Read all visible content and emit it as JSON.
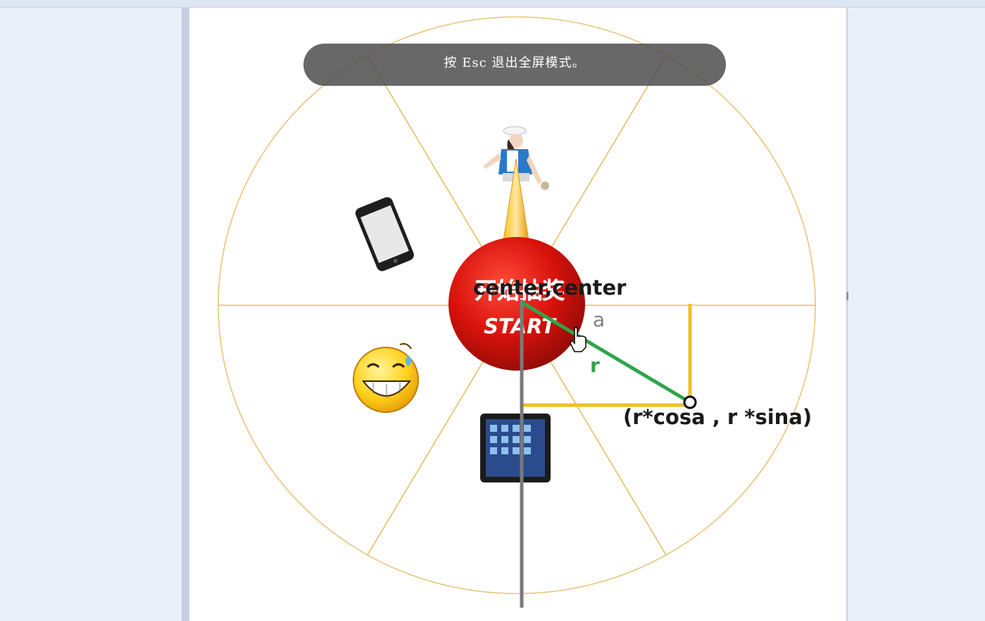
{
  "overlay": {
    "fullscreen_hint": "按 Esc 退出全屏模式。"
  },
  "button": {
    "label_cn": "开始抽奖",
    "label_en": "START"
  },
  "annotations": {
    "center_label": "center,center",
    "angle_label": "a",
    "radius_label": "r",
    "point_label": "(r*cosa , r *sina)"
  },
  "prizes": [
    {
      "name": "girl-figure"
    },
    {
      "name": "smartphone"
    },
    {
      "name": "laughing-emoji"
    },
    {
      "name": "tablet"
    }
  ],
  "colors": {
    "circle": "#e8c57a",
    "spokes": "#e2c06a",
    "button_red": "#d8120c",
    "pointer_gold": "#f2b21a",
    "radius_line": "#2ea54a",
    "triangle_lines": "#f0c020",
    "center_axis": "#7a7a7a"
  }
}
